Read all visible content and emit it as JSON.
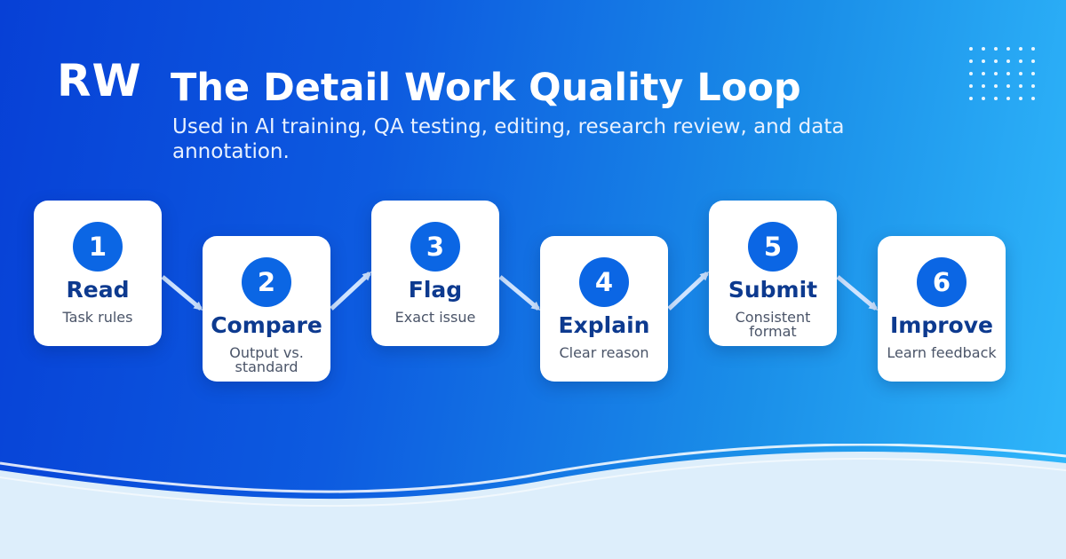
{
  "header": {
    "logo": "RW",
    "title": "The Detail Work Quality Loop",
    "subtitle": "Used in AI training, QA testing, editing, research review, and data annotation."
  },
  "steps": [
    {
      "number": "1",
      "title": "Read",
      "desc": "Task rules"
    },
    {
      "number": "2",
      "title": "Compare",
      "desc": "Output vs. standard"
    },
    {
      "number": "3",
      "title": "Flag",
      "desc": "Exact issue"
    },
    {
      "number": "4",
      "title": "Explain",
      "desc": "Clear reason"
    },
    {
      "number": "5",
      "title": "Submit",
      "desc": "Consistent format"
    },
    {
      "number": "6",
      "title": "Improve",
      "desc": "Learn feedback"
    }
  ],
  "colors": {
    "accent": "#0b66e4",
    "title_text": "#0d3a8f",
    "bg_start": "#0740d6",
    "bg_end": "#30b8fb"
  }
}
